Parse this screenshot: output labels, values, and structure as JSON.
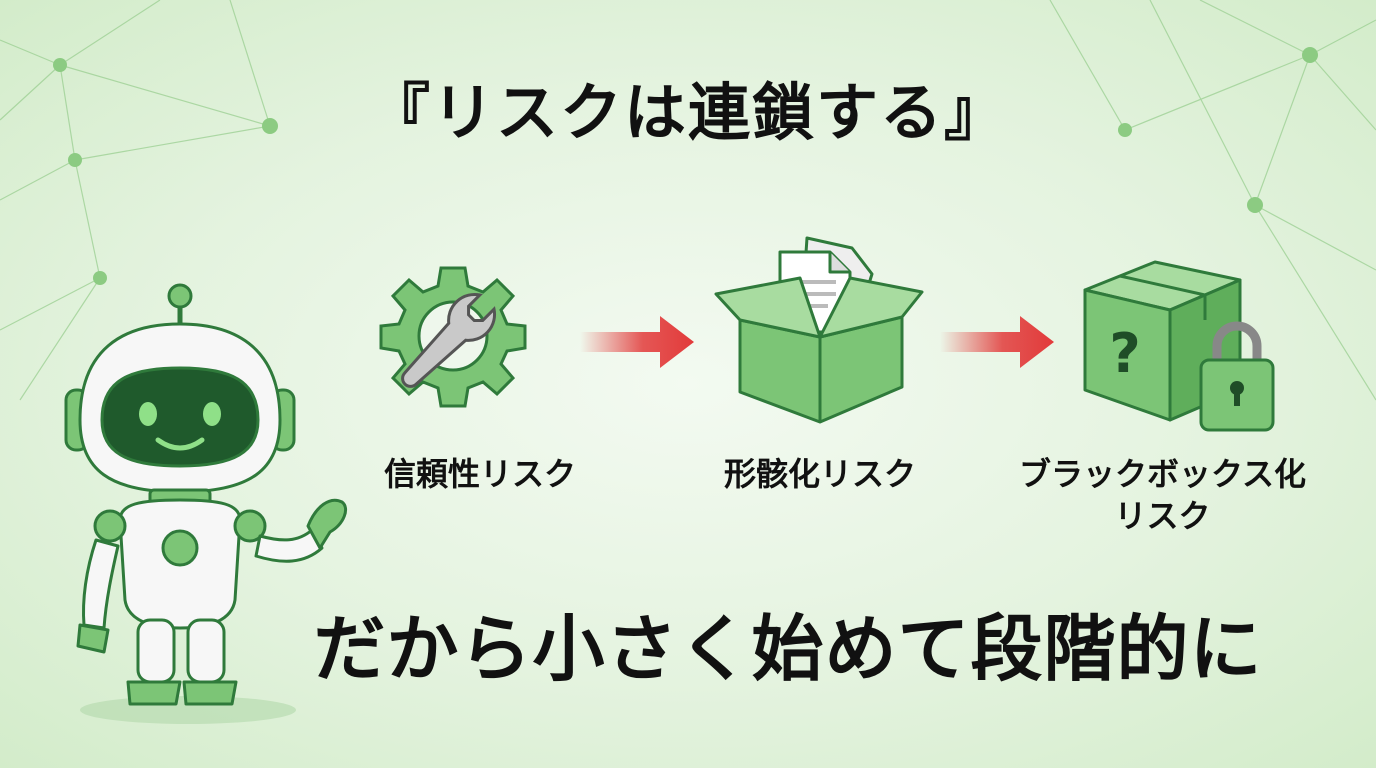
{
  "title": "『リスクは連鎖する』",
  "steps": [
    {
      "label_lines": [
        "信頼性リスク"
      ],
      "icon": "gear-wrench-icon"
    },
    {
      "label_lines": [
        "形骸化リスク"
      ],
      "icon": "open-box-document-icon"
    },
    {
      "label_lines": [
        "ブラックボックス化",
        "リスク"
      ],
      "icon": "locked-question-box-icon"
    }
  ],
  "subtitle": "だから小さく始めて段階的に",
  "colors": {
    "green_dark": "#2f7a3b",
    "green_main": "#7cc576",
    "green_light": "#a8dca0",
    "arrow_red": "#e23a3a",
    "text": "#111111"
  }
}
